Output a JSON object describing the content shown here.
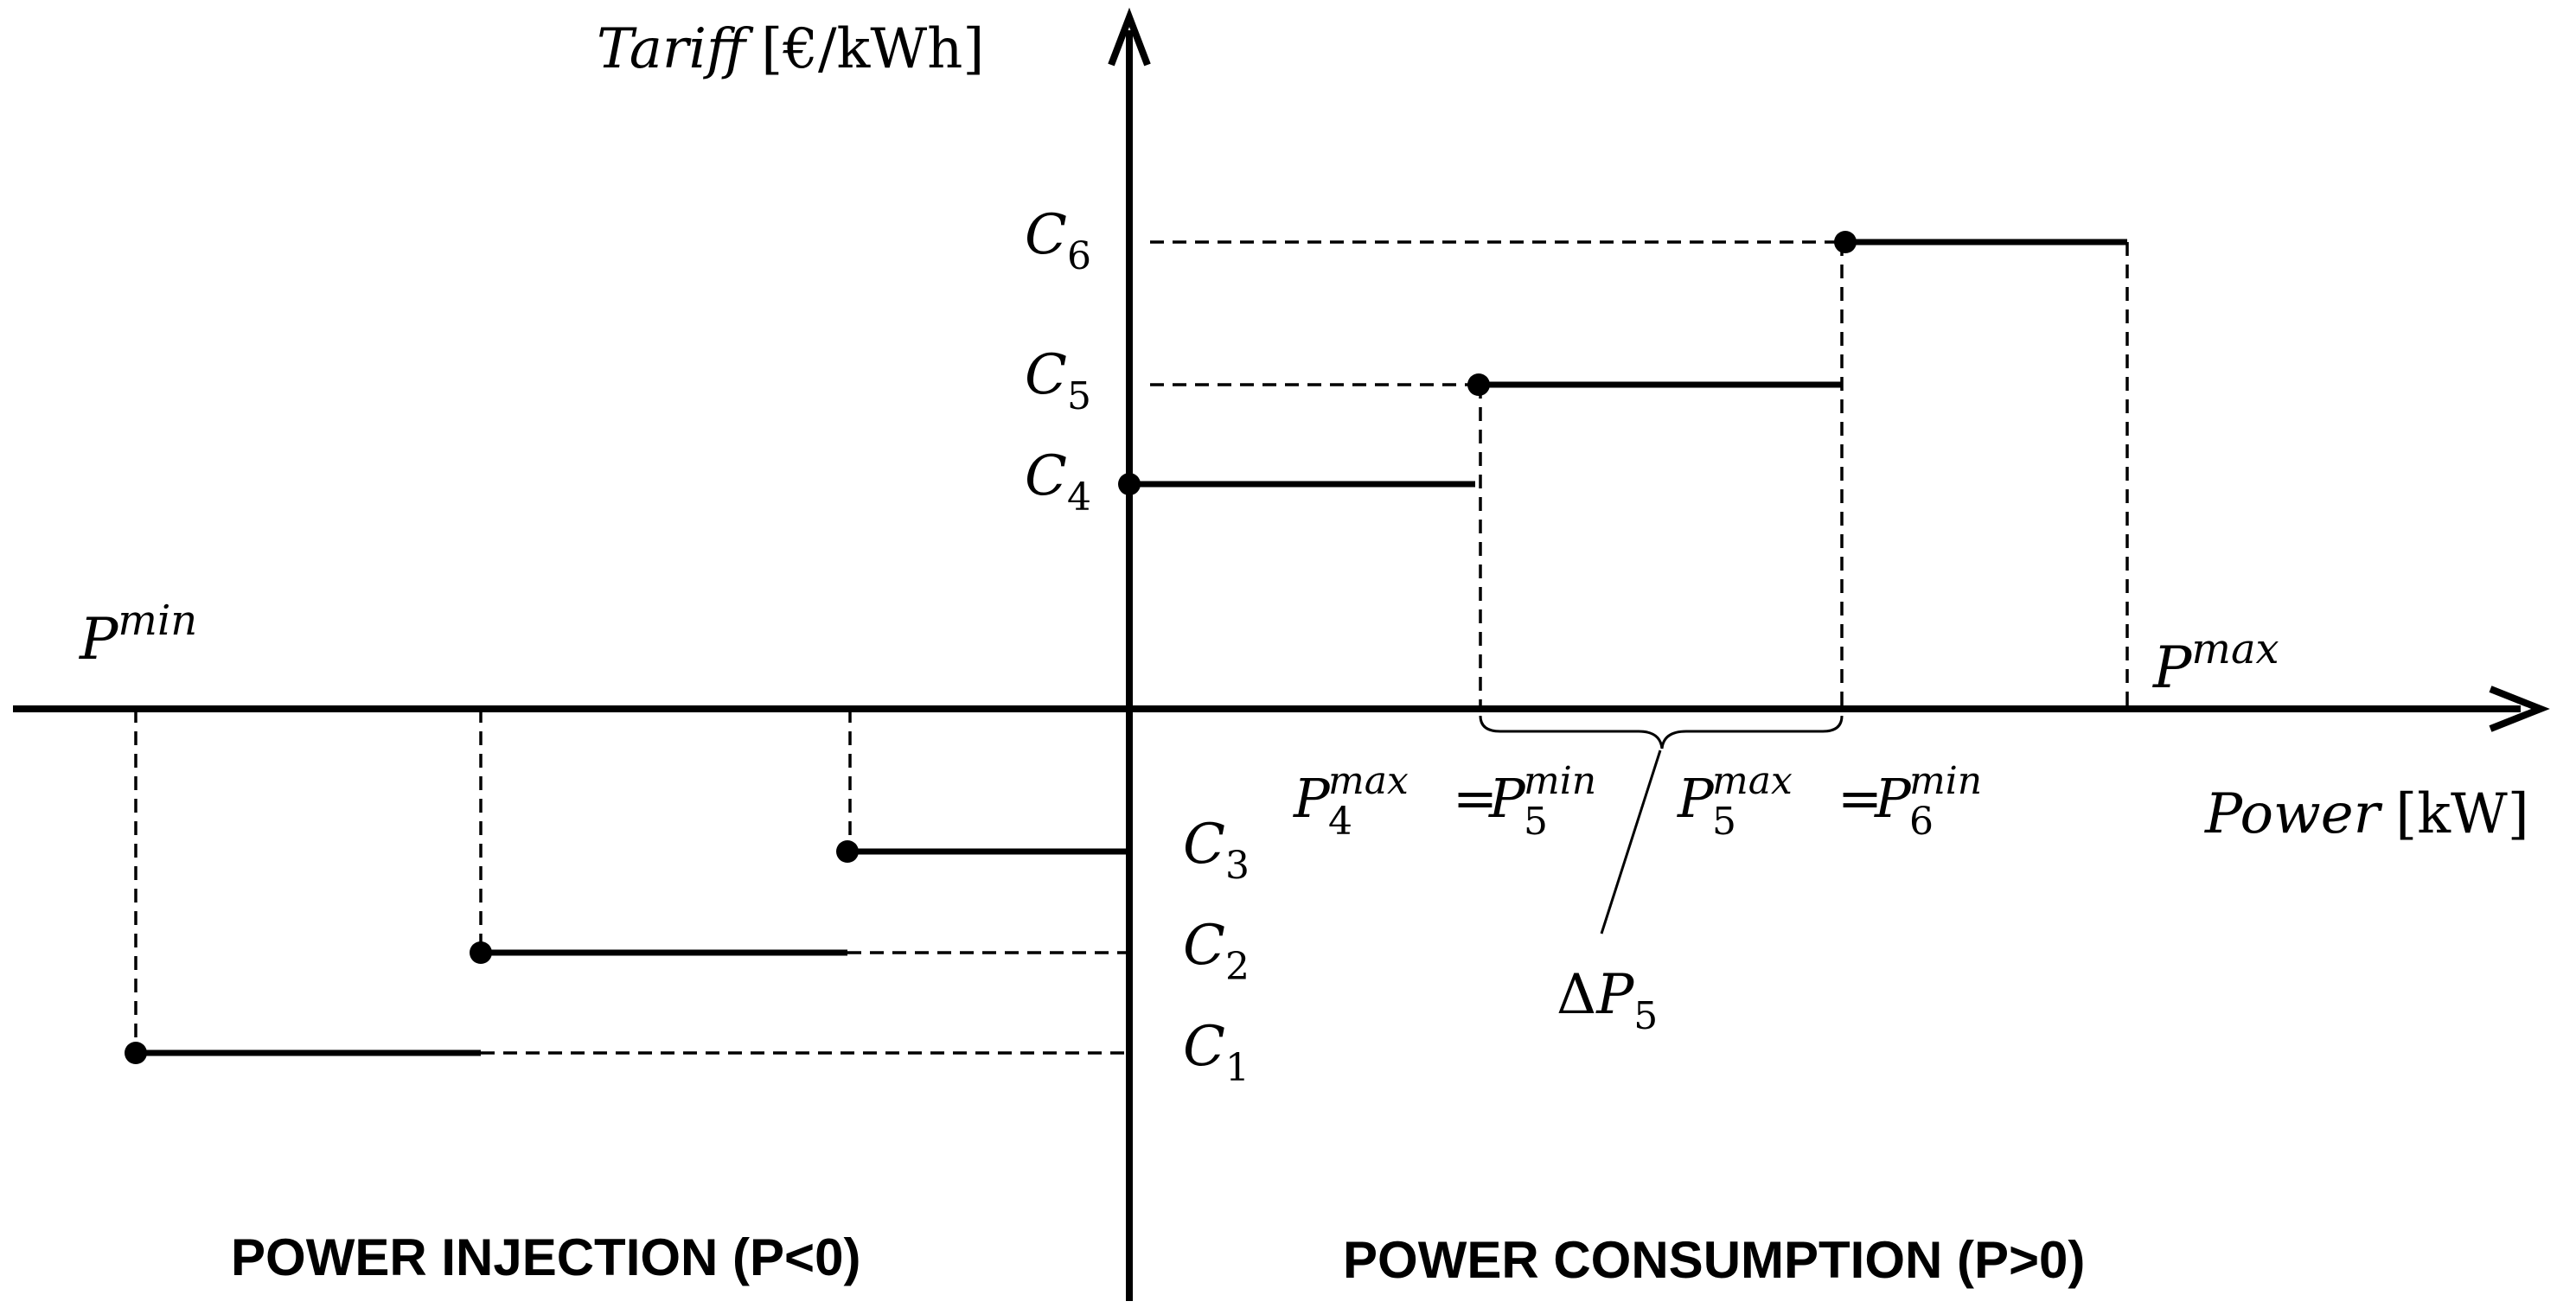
{
  "axes": {
    "y_label_main": "Tariff",
    "y_label_unit": "[€/kWh]",
    "x_label_main": "Power",
    "x_label_unit": "[kW]"
  },
  "levels": {
    "c6": {
      "base": "C",
      "sub": "6"
    },
    "c5": {
      "base": "C",
      "sub": "5"
    },
    "c4": {
      "base": "C",
      "sub": "4"
    },
    "c3": {
      "base": "C",
      "sub": "3"
    },
    "c2": {
      "base": "C",
      "sub": "2"
    },
    "c1": {
      "base": "C",
      "sub": "1"
    }
  },
  "limits": {
    "pmin": {
      "base": "P",
      "sup": "min"
    },
    "pmax": {
      "base": "P",
      "sup": "max"
    }
  },
  "breakpoints": {
    "p4max_p5min": {
      "left_base": "P",
      "left_sub": "4",
      "left_sup": "max",
      "eq": "=",
      "right_base": "P",
      "right_sub": "5",
      "right_sup": "min"
    },
    "p5max_p6min": {
      "left_base": "P",
      "left_sub": "5",
      "left_sup": "max",
      "eq": "=",
      "right_base": "P",
      "right_sub": "6",
      "right_sup": "min"
    }
  },
  "delta": {
    "symbol": "Δ",
    "base": "P",
    "sub": "5"
  },
  "captions": {
    "injection": "POWER INJECTION (P<0)",
    "consumption": "POWER CONSUMPTION (P>0)"
  }
}
